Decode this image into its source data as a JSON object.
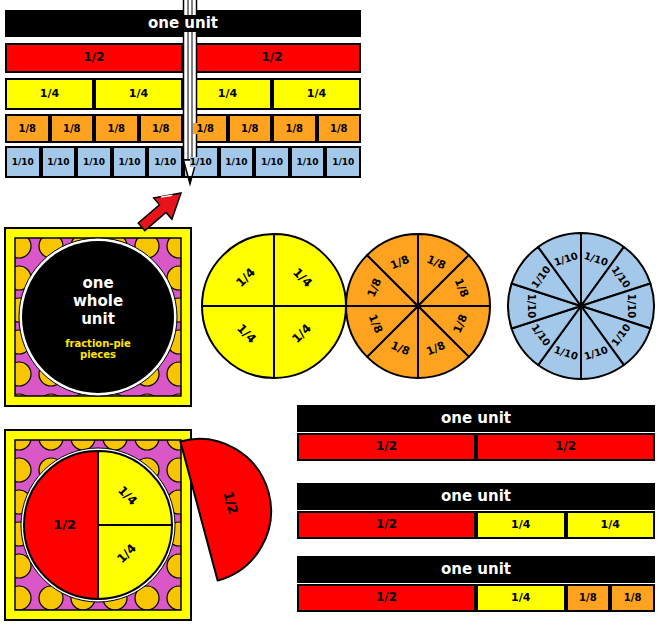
{
  "diagram": {
    "nodes": [
      {
        "text": [
          "one unit"
        ]
      },
      {
        "text": [
          "1/2"
        ]
      },
      {
        "text": [
          "1/2"
        ]
      },
      {
        "text": [
          "1/4"
        ]
      },
      {
        "text": [
          "1/4"
        ]
      },
      {
        "text": [
          "1/4"
        ]
      },
      {
        "text": [
          "1/4"
        ]
      },
      {
        "text": [
          "1/8"
        ]
      },
      {
        "text": [
          "1/8"
        ]
      },
      {
        "text": [
          "1/8"
        ]
      },
      {
        "text": [
          "1/8"
        ]
      },
      {
        "text": [
          "1/8"
        ]
      },
      {
        "text": [
          "1/8"
        ]
      },
      {
        "text": [
          "1/8"
        ]
      },
      {
        "text": [
          "1/8"
        ]
      },
      {
        "text": [
          "1/10"
        ]
      },
      {
        "text": [
          "1/10"
        ]
      },
      {
        "text": [
          "1/10"
        ]
      },
      {
        "text": [
          "1/10"
        ]
      },
      {
        "text": [
          "1/10"
        ]
      },
      {
        "text": [
          "1/10"
        ]
      },
      {
        "text": [
          "1/10"
        ]
      },
      {
        "text": [
          "1/10"
        ]
      },
      {
        "text": [
          "1/10"
        ]
      },
      {
        "text": [
          "1/10"
        ]
      },
      {
        "text": [
          "one whole unit",
          "fraction-pie pieces"
        ]
      },
      {
        "text": [
          "1/4"
        ]
      },
      {
        "text": [
          "1/4"
        ]
      },
      {
        "text": [
          "1/4"
        ]
      },
      {
        "text": [
          "1/4"
        ]
      },
      {
        "text": [
          "1/8"
        ]
      },
      {
        "text": [
          "1/8"
        ]
      },
      {
        "text": [
          "1/8"
        ]
      },
      {
        "text": [
          "1/8"
        ]
      },
      {
        "text": [
          "1/8"
        ]
      },
      {
        "text": [
          "1/8"
        ]
      },
      {
        "text": [
          "1/8"
        ]
      },
      {
        "text": [
          "1/8"
        ]
      },
      {
        "text": [
          "1/10"
        ]
      },
      {
        "text": [
          "1/10"
        ]
      },
      {
        "text": [
          "1/10"
        ]
      },
      {
        "text": [
          "1/10"
        ]
      },
      {
        "text": [
          "1/10"
        ]
      },
      {
        "text": [
          "1/10"
        ]
      },
      {
        "text": [
          "1/10"
        ]
      },
      {
        "text": [
          "1/10"
        ]
      },
      {
        "text": [
          "1/10"
        ]
      },
      {
        "text": [
          "1/10"
        ]
      },
      {
        "text": [
          "1/2"
        ]
      },
      {
        "text": [
          "1/4"
        ]
      },
      {
        "text": [
          "1/4"
        ]
      },
      {
        "text": [
          "1/2"
        ]
      },
      {
        "text": [
          "one unit"
        ]
      },
      {
        "text": [
          "1/2"
        ]
      },
      {
        "text": [
          "1/2"
        ]
      },
      {
        "text": [
          "one unit"
        ]
      },
      {
        "text": [
          "1/2"
        ]
      },
      {
        "text": [
          "1/4"
        ]
      },
      {
        "text": [
          "1/4"
        ]
      },
      {
        "text": [
          "one unit"
        ]
      },
      {
        "text": [
          "1/2"
        ]
      },
      {
        "text": [
          "1/4"
        ]
      },
      {
        "text": [
          "1/8"
        ]
      },
      {
        "text": [
          "1/8"
        ]
      }
    ]
  }
}
